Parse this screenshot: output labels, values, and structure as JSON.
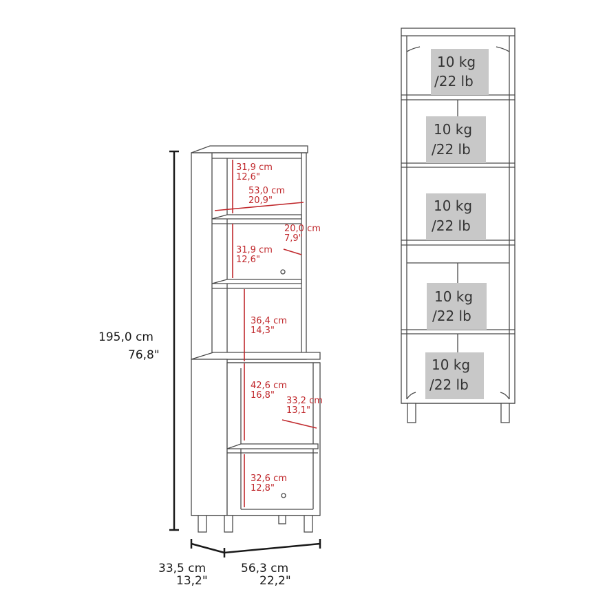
{
  "colors": {
    "outline": "#4a4a4a",
    "dimension_red": "#c0282c",
    "dimension_black": "#1a1a1a",
    "load_box": "#c8c8c8",
    "load_text": "#333333"
  },
  "overall": {
    "height_cm": "195,0 cm",
    "height_in": "76,8\"",
    "depth_cm": "33,5 cm",
    "depth_in": "13,2\"",
    "width_cm": "56,3 cm",
    "width_in": "22,2\""
  },
  "inner_dims": [
    {
      "cm": "31,9 cm",
      "in": "12,6\""
    },
    {
      "cm": "53,0 cm",
      "in": "20,9\""
    },
    {
      "cm": "20,0 cm",
      "in": "7,9\""
    },
    {
      "cm": "31,9 cm",
      "in": "12,6\""
    },
    {
      "cm": "36,4 cm",
      "in": "14,3\""
    },
    {
      "cm": "42,6 cm",
      "in": "16,8\""
    },
    {
      "cm": "33,2 cm",
      "in": "13,1\""
    },
    {
      "cm": "32,6 cm",
      "in": "12,8\""
    }
  ],
  "loads": [
    {
      "kg": "10 kg",
      "lb": "/22 lb"
    },
    {
      "kg": "10 kg",
      "lb": "/22 lb"
    },
    {
      "kg": "10 kg",
      "lb": "/22 lb"
    },
    {
      "kg": "10 kg",
      "lb": "/22 lb"
    },
    {
      "kg": "10 kg",
      "lb": "/22 lb"
    }
  ]
}
